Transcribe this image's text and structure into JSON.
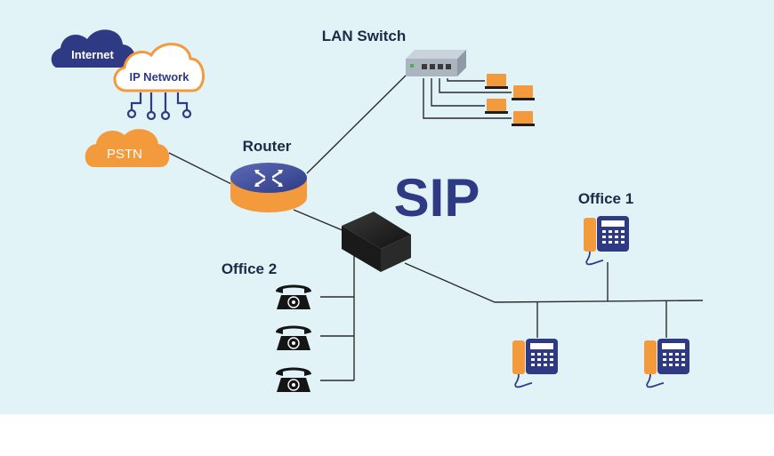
{
  "diagram": {
    "clouds": {
      "internet": "Internet",
      "ip_network": "IP Network",
      "pstn": "PSTN"
    },
    "labels": {
      "lan_switch": "LAN Switch",
      "router": "Router",
      "sip": "SIP",
      "office1": "Office 1",
      "office2": "Office 2"
    },
    "colors": {
      "background": "#e2f3f8",
      "navy": "#2e3a84",
      "orange": "#f39a3c",
      "line": "#2b2b2b",
      "label": "#1b2b45"
    },
    "icons": [
      "cloud-icon",
      "router-icon",
      "lan-switch-icon",
      "laptop-icon",
      "sip-gateway-icon",
      "desk-phone-icon",
      "rotary-phone-icon"
    ]
  }
}
